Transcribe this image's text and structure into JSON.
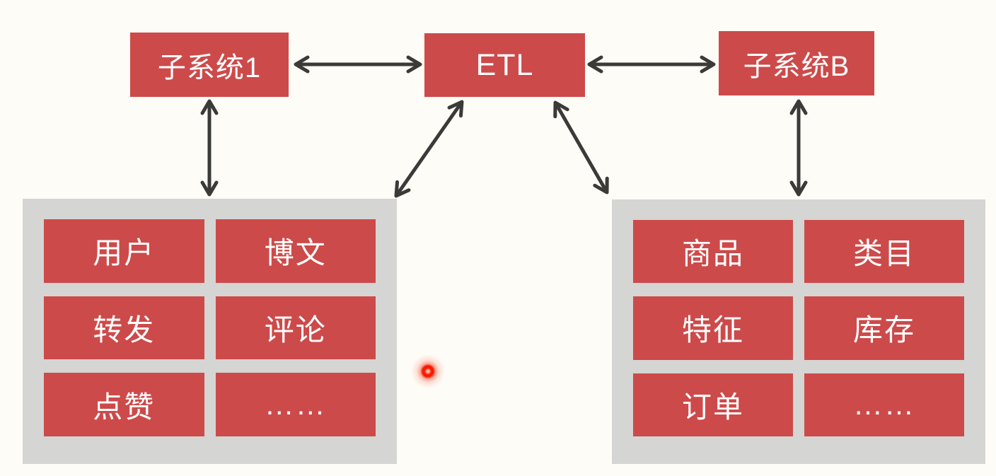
{
  "diagram": {
    "top_nodes": [
      {
        "id": "subsystem-1",
        "label": "子系统1"
      },
      {
        "id": "etl",
        "label": "ETL"
      },
      {
        "id": "subsystem-b",
        "label": "子系统B"
      }
    ],
    "left_group": {
      "items": [
        "用户",
        "博文",
        "转发",
        "评论",
        "点赞",
        "……"
      ]
    },
    "right_group": {
      "items": [
        "商品",
        "类目",
        "特征",
        "库存",
        "订单",
        "……"
      ]
    },
    "colors": {
      "node_red": "#cd4a4a",
      "group_gray": "#d5d5d3",
      "background": "#fdfcf7",
      "arrow": "#3a3a38",
      "label_text": "#ffffff",
      "laser_pointer": "#ff2000"
    }
  }
}
